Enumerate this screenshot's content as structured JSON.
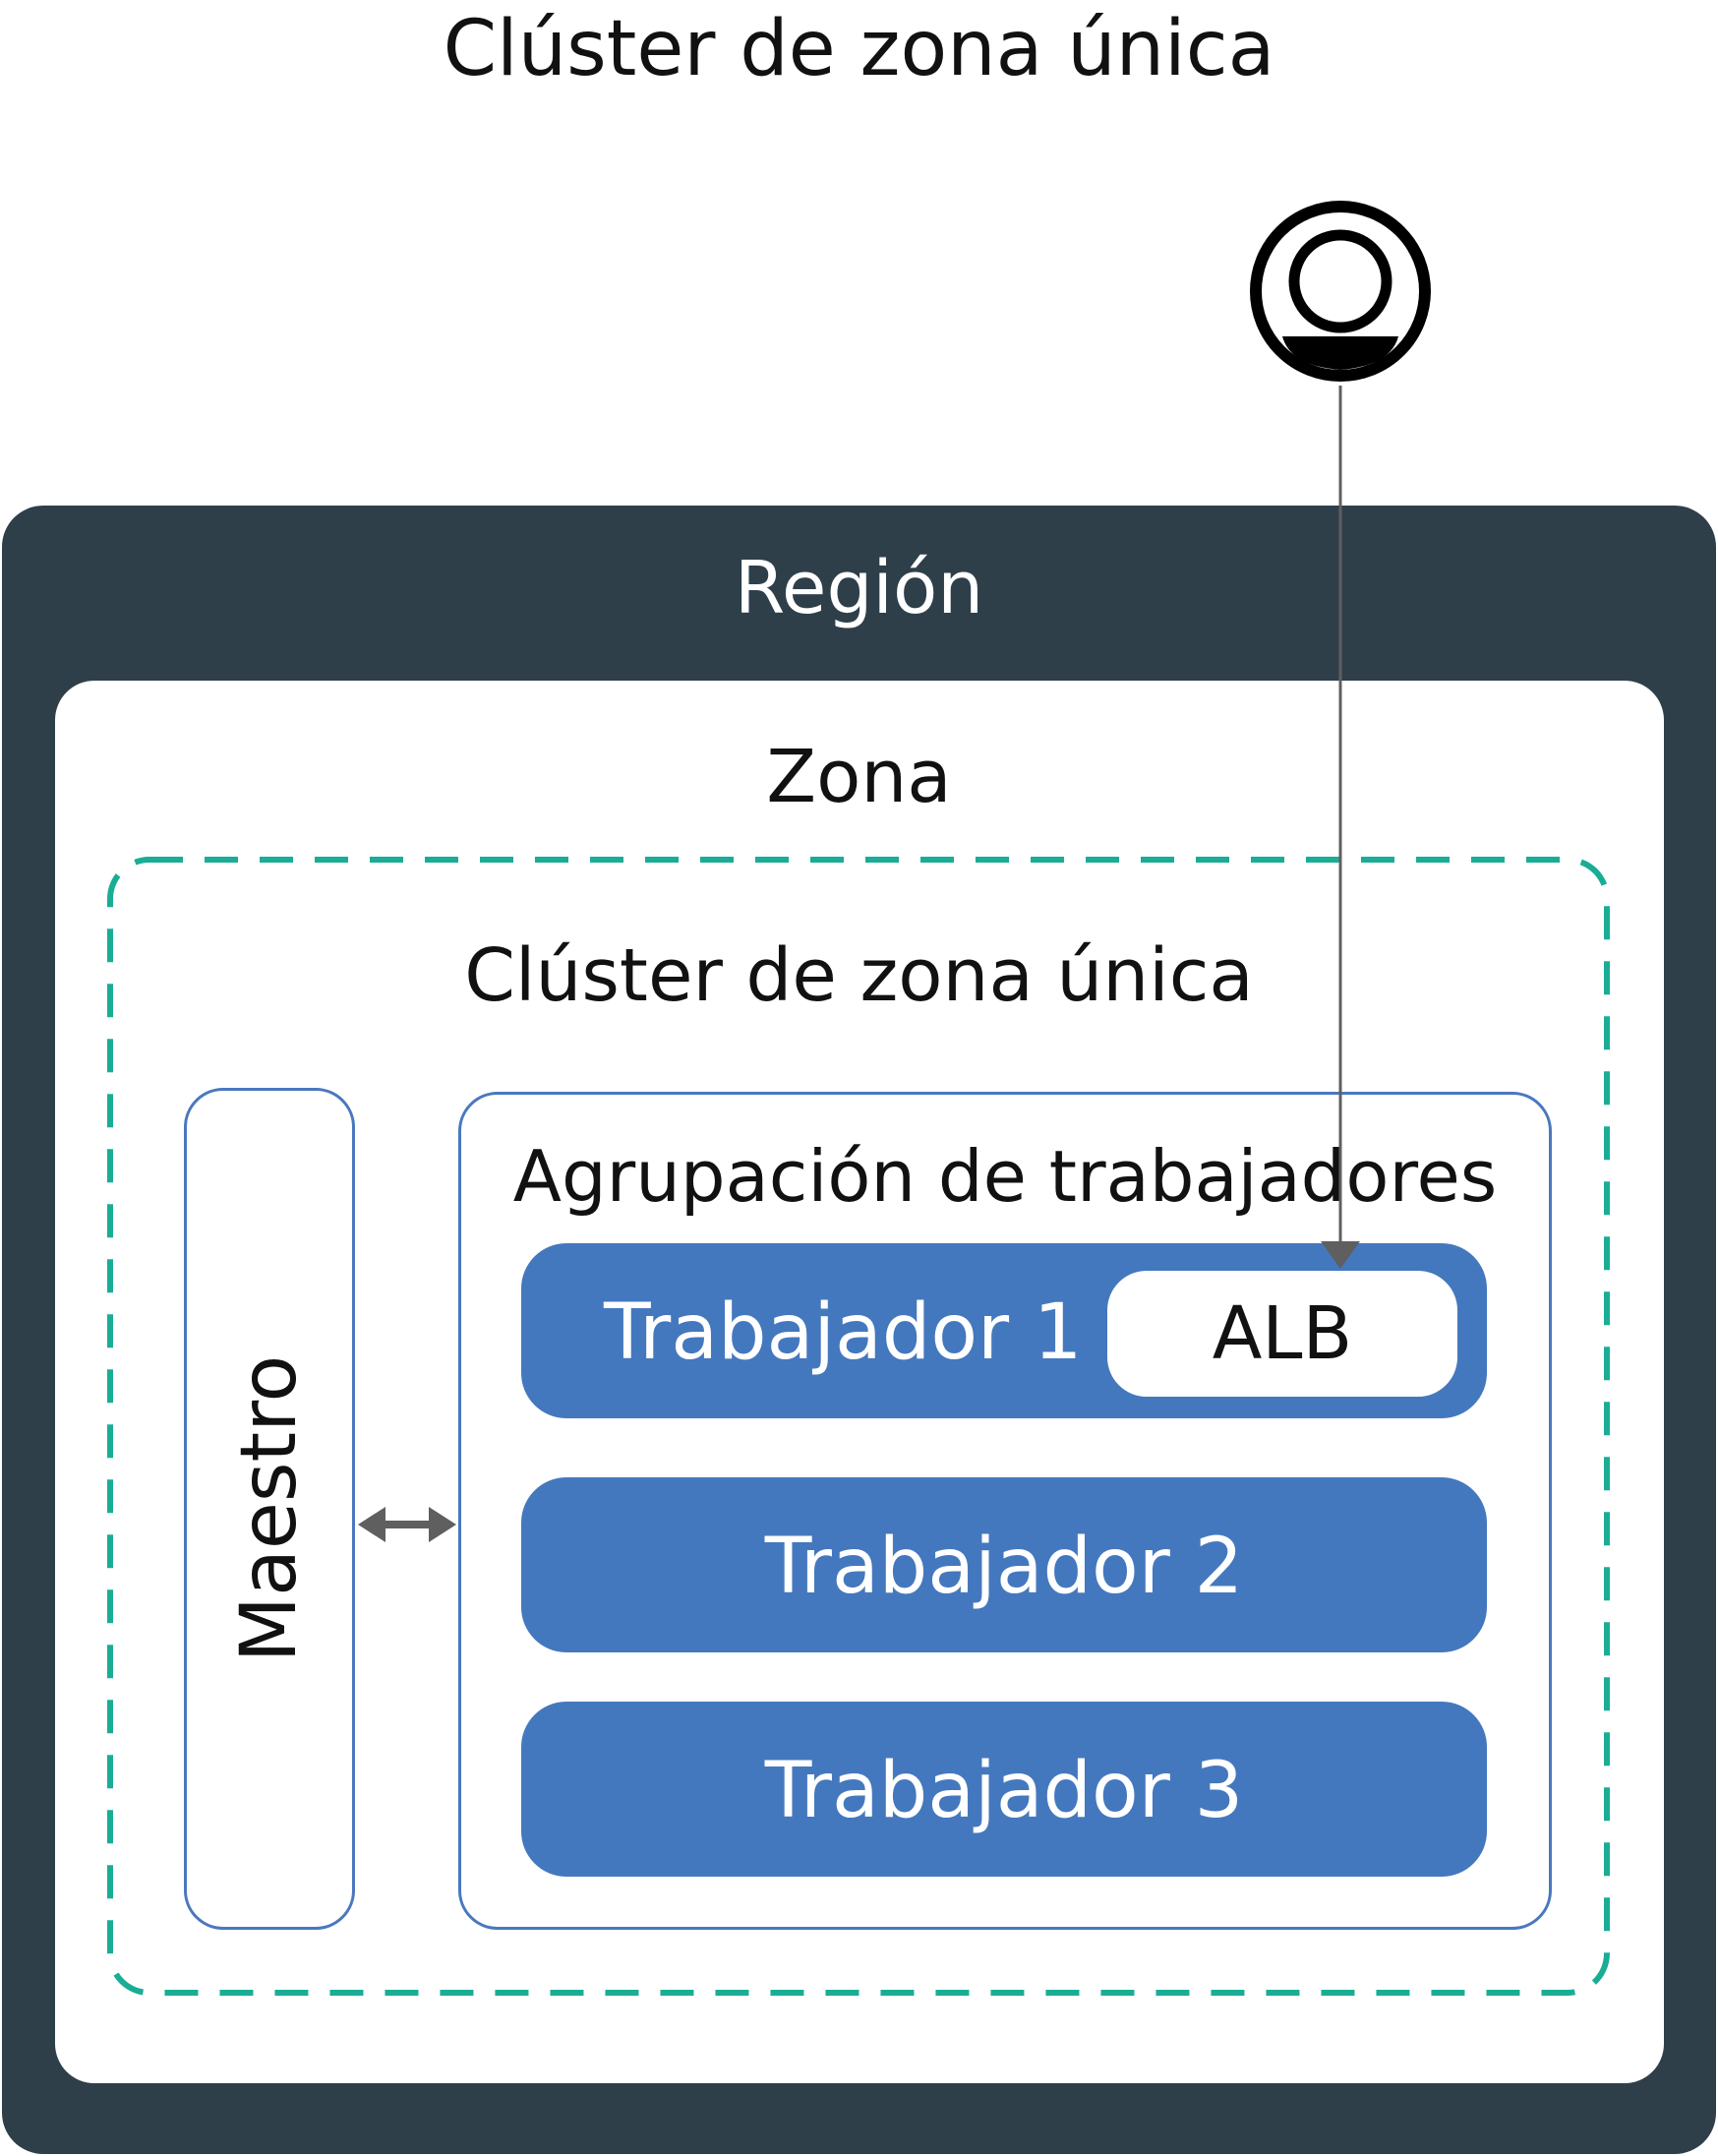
{
  "title": "Clúster de zona única",
  "region": {
    "label": "Región"
  },
  "zone": {
    "label": "Zona"
  },
  "cluster": {
    "label": "Clúster de zona única"
  },
  "master": {
    "label": "Maestro"
  },
  "worker_pool": {
    "label": "Agrupación de trabajadores",
    "workers": [
      {
        "label": "Trabajador 1"
      },
      {
        "label": "Trabajador 2"
      },
      {
        "label": "Trabajador 3"
      }
    ],
    "alb_label": "ALB"
  },
  "icons": {
    "user": "user-icon"
  },
  "colors": {
    "region": "#2e3f4a",
    "worker": "#4478be",
    "outline": "#4a78be",
    "cluster_dash": "#1aad95",
    "arrow": "#5f5f5f"
  }
}
